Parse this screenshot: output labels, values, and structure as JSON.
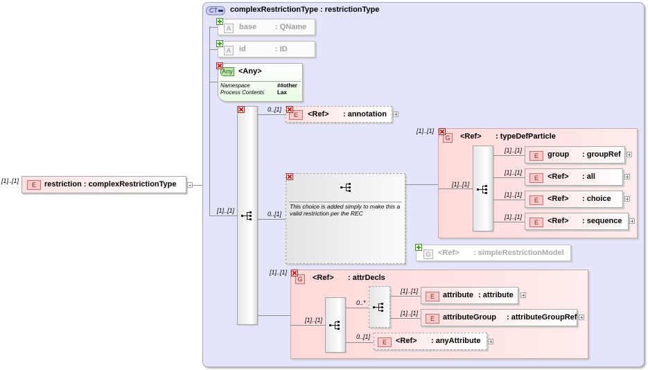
{
  "root": {
    "cardinality": "[1]..[1]",
    "badge": "E",
    "label": "restriction : complexRestrictionType"
  },
  "complexType": {
    "badge": "CT",
    "title": "complexRestrictionType : restrictionType"
  },
  "attributes": [
    {
      "badge": "A",
      "name": "base",
      "type": ": QName"
    },
    {
      "badge": "A",
      "name": "id",
      "type": ": ID"
    }
  ],
  "anyAttr": {
    "badge": "Any",
    "title": "<Any>",
    "namespace_label": "Namespace",
    "namespace_value": "##other",
    "process_label": "Process Contents",
    "process_value": "Lax"
  },
  "outerSequence": {
    "cardinality": "[1]..[1]"
  },
  "annotation": {
    "cardinality": "0..[1]",
    "badge": "E",
    "ref": "<Ref>",
    "type": ": annotation"
  },
  "choice": {
    "cardinality": "0..[1]",
    "note": "This choice is added simply to make this a valid restriction per the REC"
  },
  "typeDefParticle": {
    "cardinality": "[1]..[1]",
    "badge": "G",
    "ref": "<Ref>",
    "type": ": typeDefParticle",
    "inner_cardinality": "[1]..[1]",
    "items": [
      {
        "cardinality": "[1]..[1]",
        "badge": "E",
        "name": "group",
        "type": ": groupRef"
      },
      {
        "cardinality": "[1]..[1]",
        "badge": "E",
        "name": "<Ref>",
        "type": ": all"
      },
      {
        "cardinality": "[1]..[1]",
        "badge": "E",
        "name": "<Ref>",
        "type": ": choice"
      },
      {
        "cardinality": "[1]..[1]",
        "badge": "E",
        "name": "<Ref>",
        "type": ": sequence"
      }
    ]
  },
  "simpleRestrictionModel": {
    "badge": "G",
    "ref": "<Ref>",
    "type": ": simpleRestrictionModel"
  },
  "attrDecls": {
    "cardinality": "[1]..[1]",
    "badge": "G",
    "ref": "<Ref>",
    "type": ": attrDecls",
    "inner_cardinality": "[1]..[1]",
    "choice_cardinality": "0..*",
    "items": [
      {
        "cardinality": "[1]..[1]",
        "badge": "E",
        "name": "attribute",
        "type": ": attribute"
      },
      {
        "cardinality": "[1]..[1]",
        "badge": "E",
        "name": "attributeGroup",
        "type": ": attributeGroupRef"
      }
    ],
    "anyAttribute": {
      "cardinality": "0..[1]",
      "badge": "E",
      "ref": "<Ref>",
      "type": ": anyAttribute"
    }
  },
  "icons": [
    "sequence-icon",
    "choice-icon",
    "remove-icon",
    "add-icon",
    "expand-icon",
    "collapse-icon"
  ]
}
